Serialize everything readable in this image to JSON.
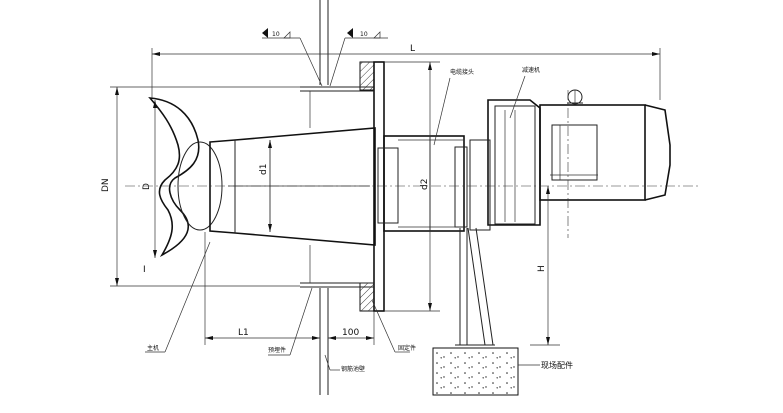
{
  "labels": {
    "length_L": "L",
    "length_L1": "L1",
    "offset_100": "100",
    "dia_DN": "DN",
    "dia_D": "D",
    "dia_d1": "d1",
    "dia_d2": "d2",
    "height_H": "H",
    "weld_top_left": "10",
    "weld_top_right": "10",
    "cable_connector": "电缆接头",
    "reducer": "减速机",
    "main_unit": "主机",
    "embedded_ring": "预埋件",
    "steel_wall": "钢筋池壁",
    "wall_sleeve": "固定件",
    "site_fitting": "现场配件"
  }
}
